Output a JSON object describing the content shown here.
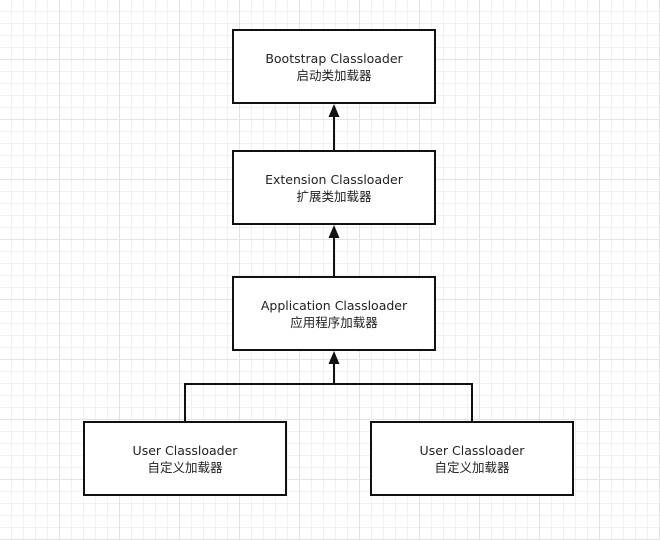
{
  "nodes": {
    "bootstrap": {
      "title": "Bootstrap Classloader",
      "subtitle": "启动类加载器"
    },
    "extension": {
      "title": "Extension Classloader",
      "subtitle": "扩展类加载器"
    },
    "application": {
      "title": "Application Classloader",
      "subtitle": "应用程序加载器"
    },
    "user_left": {
      "title": "User Classloader",
      "subtitle": "自定义加载器"
    },
    "user_right": {
      "title": "User Classloader",
      "subtitle": "自定义加载器"
    }
  },
  "colors": {
    "border": "#111111",
    "grid": "#e3e3e3",
    "text": "#222222"
  }
}
